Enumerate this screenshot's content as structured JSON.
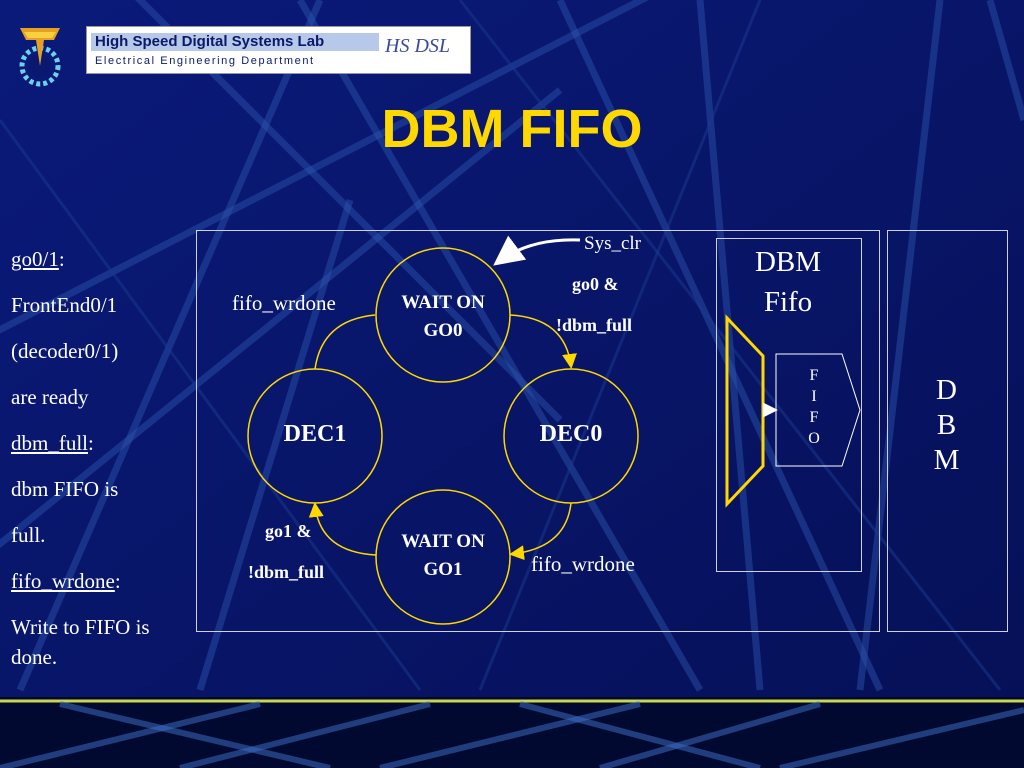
{
  "title": "DBM FIFO",
  "banner": {
    "line1": "High Speed Digital Systems Lab",
    "line2": "Electrical Engineering Department",
    "mark": "HS DSL"
  },
  "notes": {
    "go_term": "go0/1",
    "go_desc1": "FrontEnd0/1",
    "go_desc2": "(decoder0/1)",
    "go_desc3": "are ready",
    "full_term": "dbm_full",
    "full_desc1": "dbm FIFO is",
    "full_desc2": "full.",
    "wrdone_term": "fifo_wrdone",
    "wrdone_desc": "Write to FIFO is done."
  },
  "fsm": {
    "states": {
      "wait_go0": "WAIT ON GO0",
      "dec0": "DEC0",
      "wait_go1": "WAIT ON GO1",
      "dec1": "DEC1"
    },
    "labels": {
      "sys_clr": "Sys_clr",
      "go0_line1": "go0 &",
      "go0_line2": "!dbm_full",
      "fifo_wrdone_top": "fifo_wrdone",
      "fifo_wrdone_bottom": "fifo_wrdone",
      "go1_line1": "go1 &",
      "go1_line2": "!dbm_full"
    }
  },
  "dbm_fifo": {
    "title_line1": "DBM",
    "title_line2": "Fifo",
    "fifo_letters": [
      "F",
      "I",
      "F",
      "O"
    ]
  },
  "dbm": {
    "letters": [
      "D",
      "B",
      "M"
    ]
  },
  "colors": {
    "background": "#0a1870",
    "title": "#ffd800",
    "arc": "#ffd800",
    "circle": "#ffd800",
    "mux": "#ffd800"
  }
}
